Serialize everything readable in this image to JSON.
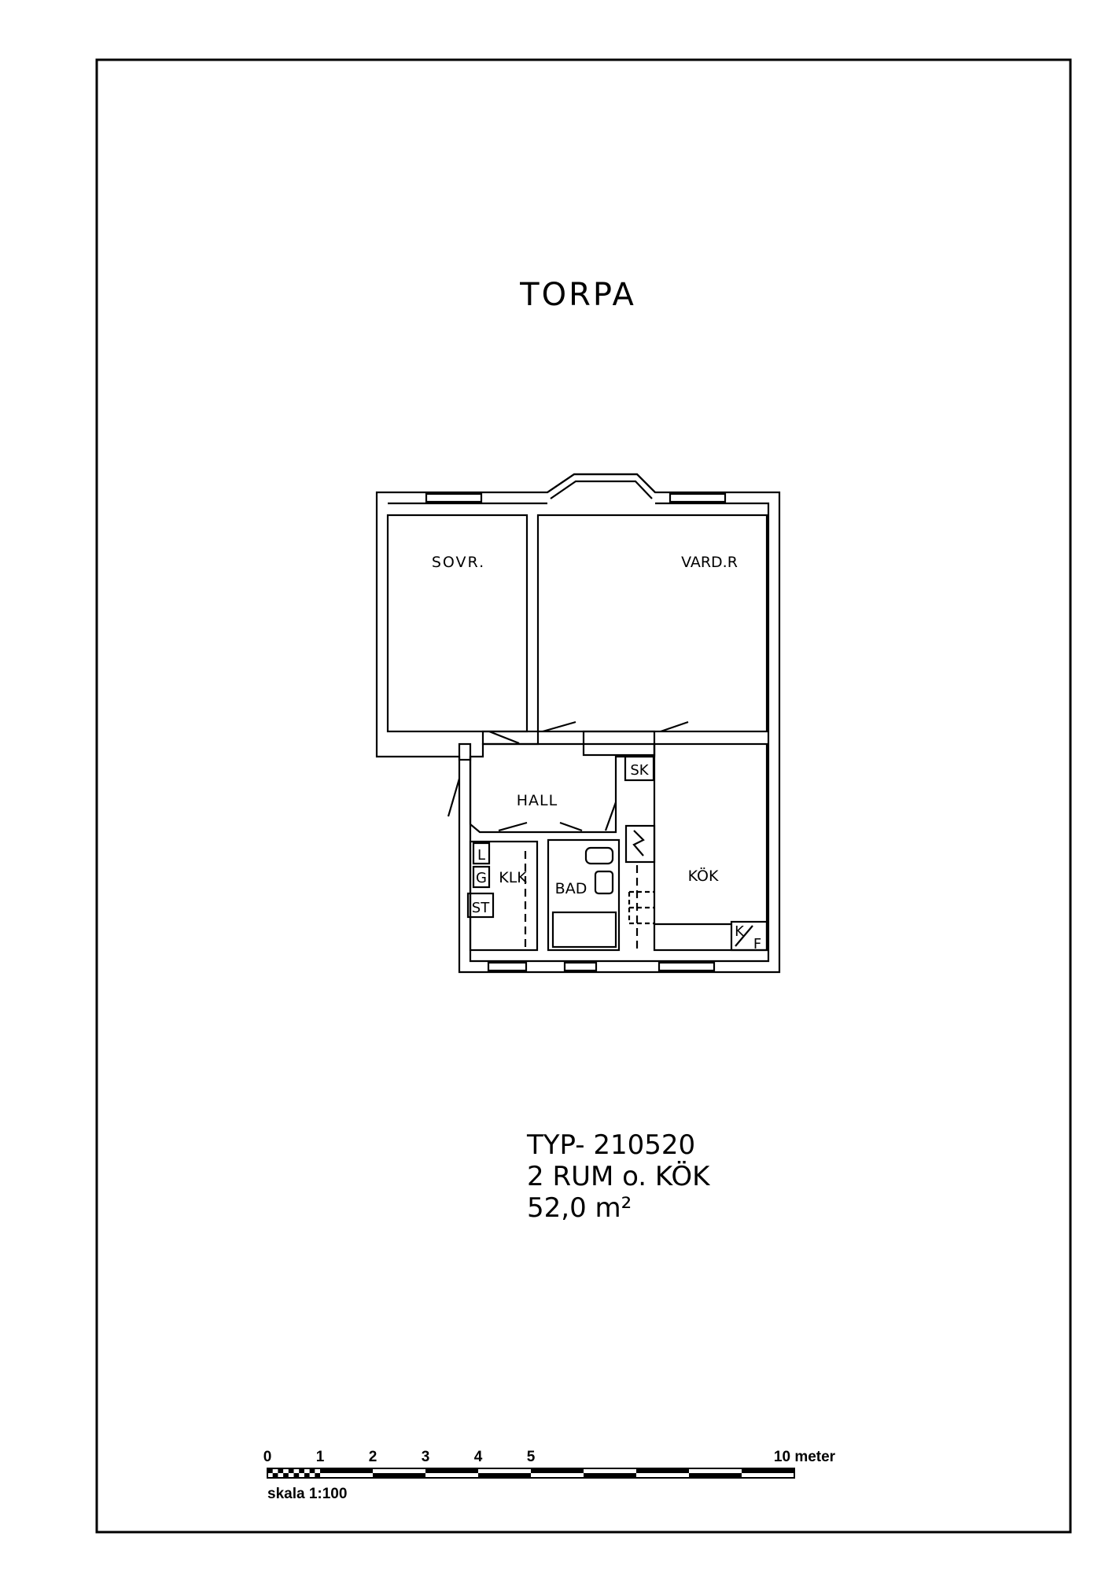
{
  "title": "TORPA",
  "rooms": {
    "sovr": "SOVR.",
    "vard": "VARD.R",
    "hall": "HALL",
    "klk": "KLK",
    "bad": "BAD",
    "kok": "KÖK",
    "sk": "SK",
    "l": "L",
    "g": "G",
    "st": "ST",
    "kf_k": "K",
    "kf_f": "F"
  },
  "info": {
    "type": "TYP- 210520",
    "rooms": "2 RUM o. KÖK",
    "area": "52,0 m²"
  },
  "scalebar": {
    "tick_labels": [
      "0",
      "1",
      "2",
      "3",
      "4",
      "5"
    ],
    "end_label": "10 meter",
    "scale_text": "skala 1:100"
  }
}
